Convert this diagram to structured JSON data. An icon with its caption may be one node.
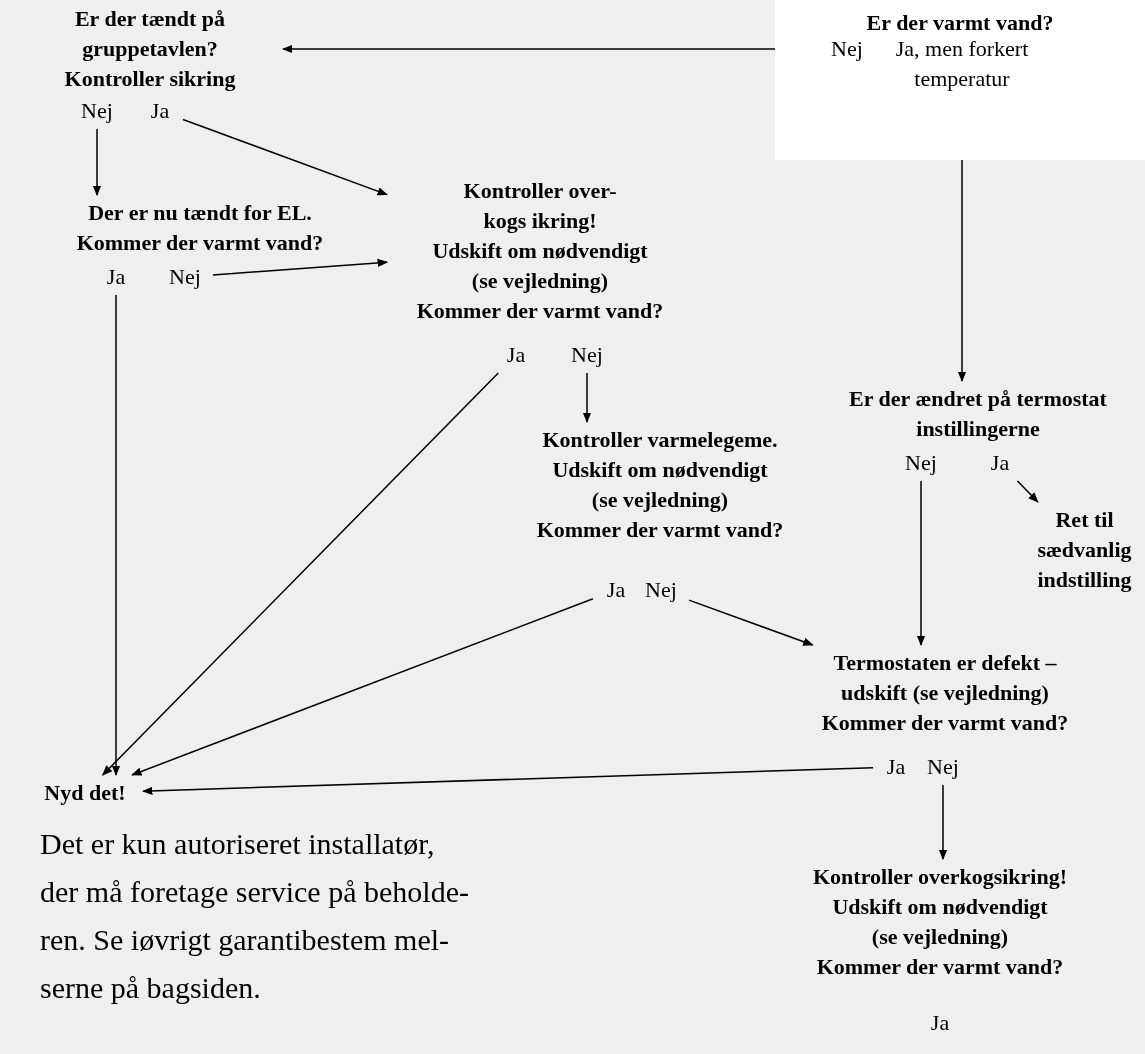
{
  "diagram": {
    "nodes": [
      {
        "text": [
          "Er der tændt på gruppetavlen?",
          "Kontroller sikring"
        ]
      },
      {
        "text": [
          "Nej"
        ]
      },
      {
        "text": [
          "Ja"
        ]
      },
      {
        "text": [
          "Er der varmt vand?"
        ]
      },
      {
        "text": [
          "Nej"
        ],
        "in": 3
      },
      {
        "text": [
          "Ja, men forkert temperatur"
        ],
        "in": 3
      },
      {
        "text": [
          "Der er nu tændt for EL.",
          "Kommer der varmt vand?"
        ]
      },
      {
        "text": [
          "Ja"
        ]
      },
      {
        "text": [
          "Nej"
        ]
      },
      {
        "text": [
          "Kontroller over- kogs ikring!",
          "Udskift om nødvendigt (se vejledning)",
          "Kommer der varmt vand?"
        ]
      },
      {
        "text": [
          "Ja"
        ]
      },
      {
        "text": [
          "Nej"
        ]
      },
      {
        "text": [
          "Er der ændret på termostat instillingerne"
        ]
      },
      {
        "text": [
          "Nej"
        ]
      },
      {
        "text": [
          "Ja"
        ]
      },
      {
        "text": [
          "Ret til sædvanlig indstilling"
        ]
      },
      {
        "text": [
          "Kontroller varmelegeme.",
          "Udskift om nødvendigt (se vejledning)",
          "Kommer der varmt vand?"
        ]
      },
      {
        "text": [
          "Ja"
        ]
      },
      {
        "text": [
          "Nej"
        ]
      },
      {
        "text": [
          "Termostaten er defekt – udskift (se vejledning)",
          "Kommer der varmt vand?"
        ]
      },
      {
        "text": [
          "Ja"
        ]
      },
      {
        "text": [
          "Nej"
        ]
      },
      {
        "text": [
          "Nyd det!"
        ]
      },
      {
        "text": [
          "Kontroller overkogsikring!",
          "Udskift om nødvendigt (se vejledning)",
          "Kommer der varmt vand?"
        ]
      },
      {
        "text": [
          "Ja"
        ]
      }
    ],
    "edges": [
      {
        "from": 4,
        "to": 0,
        "arrow": "to"
      },
      {
        "from": 5,
        "to": 12,
        "arrow": "to"
      },
      {
        "from": 1,
        "to": 6,
        "arrow": "to"
      },
      {
        "from": 2,
        "to": 9,
        "arrow": "to"
      },
      {
        "from": 8,
        "to": 9,
        "arrow": "to"
      },
      {
        "from": 7,
        "to": 22,
        "arrow": "to"
      },
      {
        "from": 10,
        "to": 22,
        "arrow": "to"
      },
      {
        "from": 11,
        "to": 16,
        "arrow": "to"
      },
      {
        "from": 14,
        "to": 15,
        "arrow": "to"
      },
      {
        "from": 13,
        "to": 19,
        "arrow": "to"
      },
      {
        "from": 17,
        "to": 22,
        "arrow": "to"
      },
      {
        "from": 18,
        "to": 19,
        "arrow": "to"
      },
      {
        "from": 20,
        "to": 22,
        "arrow": "to"
      },
      {
        "from": 21,
        "to": 23,
        "arrow": "to"
      }
    ],
    "labels": [
      "Det er kun autoriseret installatør, der må foretage service på beholde- ren. Se iøvrigt garantibestem mel- serne på bagsiden."
    ]
  }
}
